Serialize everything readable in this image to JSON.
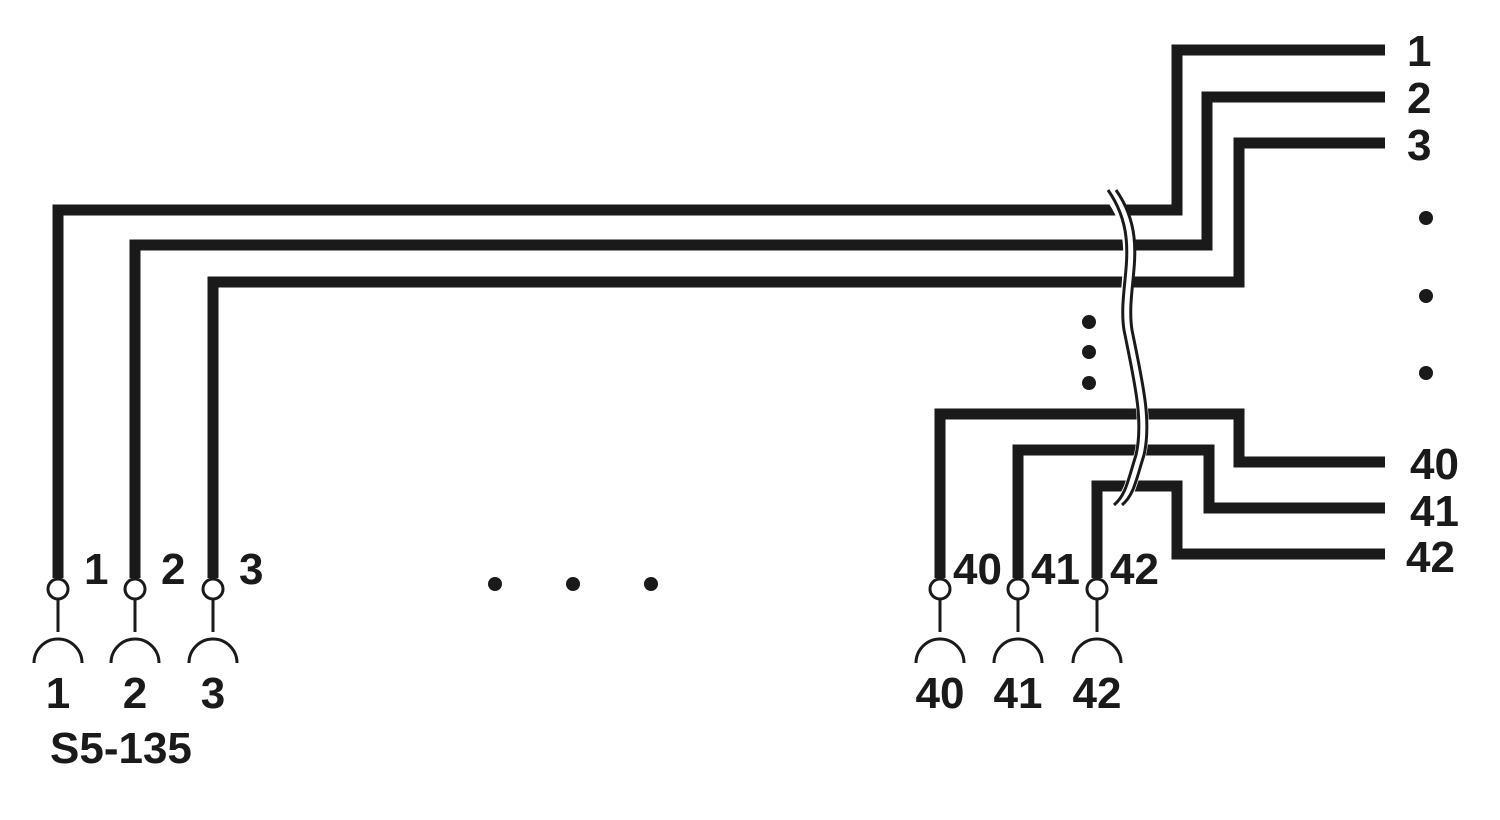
{
  "diagram": {
    "connector_label": "S5-135",
    "pins": [
      {
        "id": "1",
        "label": "1",
        "sublabel": "1"
      },
      {
        "id": "2",
        "label": "2",
        "sublabel": "2"
      },
      {
        "id": "3",
        "label": "3",
        "sublabel": "3"
      },
      {
        "id": "40",
        "label": "40",
        "sublabel": "40"
      },
      {
        "id": "41",
        "label": "41",
        "sublabel": "41"
      },
      {
        "id": "42",
        "label": "42",
        "sublabel": "42"
      }
    ],
    "outputs": [
      "1",
      "2",
      "3",
      "40",
      "41",
      "42"
    ],
    "colors": {
      "line": "#1a1a1a",
      "background": "#ffffff"
    }
  }
}
